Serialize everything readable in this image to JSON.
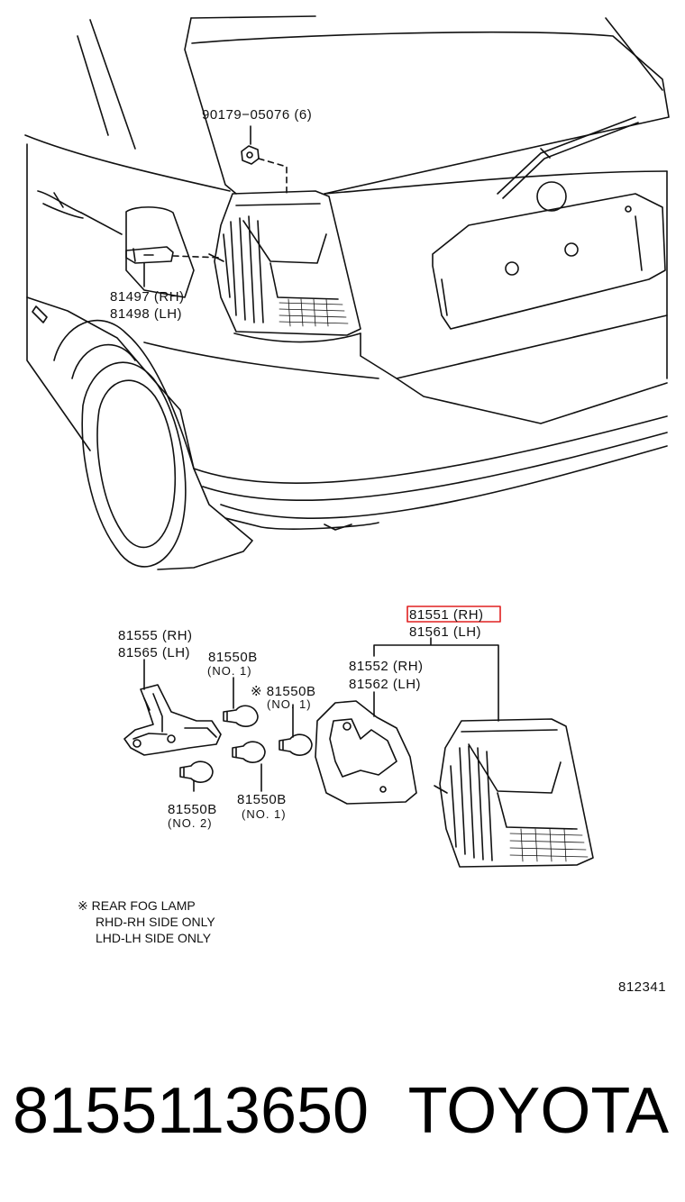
{
  "labels": {
    "nut": "90179−05076 (6)",
    "socket_rh": "81497 (RH)",
    "socket_lh": "81498 (LH)",
    "lamp_rh": "81551 (RH)",
    "lamp_lh": "81561 (LH)",
    "wire_rh": "81555 (RH)",
    "wire_lh": "81565 (LH)",
    "gasket_rh": "81552 (RH)",
    "gasket_lh": "81562 (LH)",
    "bulb_a": "81550B",
    "bulb_a_no": "(NO. 1)",
    "bulb_b": "※ 81550B",
    "bulb_b_no": "(NO. 1)",
    "bulb_c": "81550B",
    "bulb_c_no": "(NO. 2)",
    "bulb_d": "81550B",
    "bulb_d_no": "(NO. 1)",
    "note_1": "※ REAR FOG LAMP",
    "note_2": "RHD-RH SIDE ONLY",
    "note_3": "LHD-LH SIDE ONLY",
    "figure_code": "812341"
  },
  "highlight_color": "#e02020",
  "footer": {
    "part_number": "8155113650",
    "brand": "TOYOTA"
  }
}
